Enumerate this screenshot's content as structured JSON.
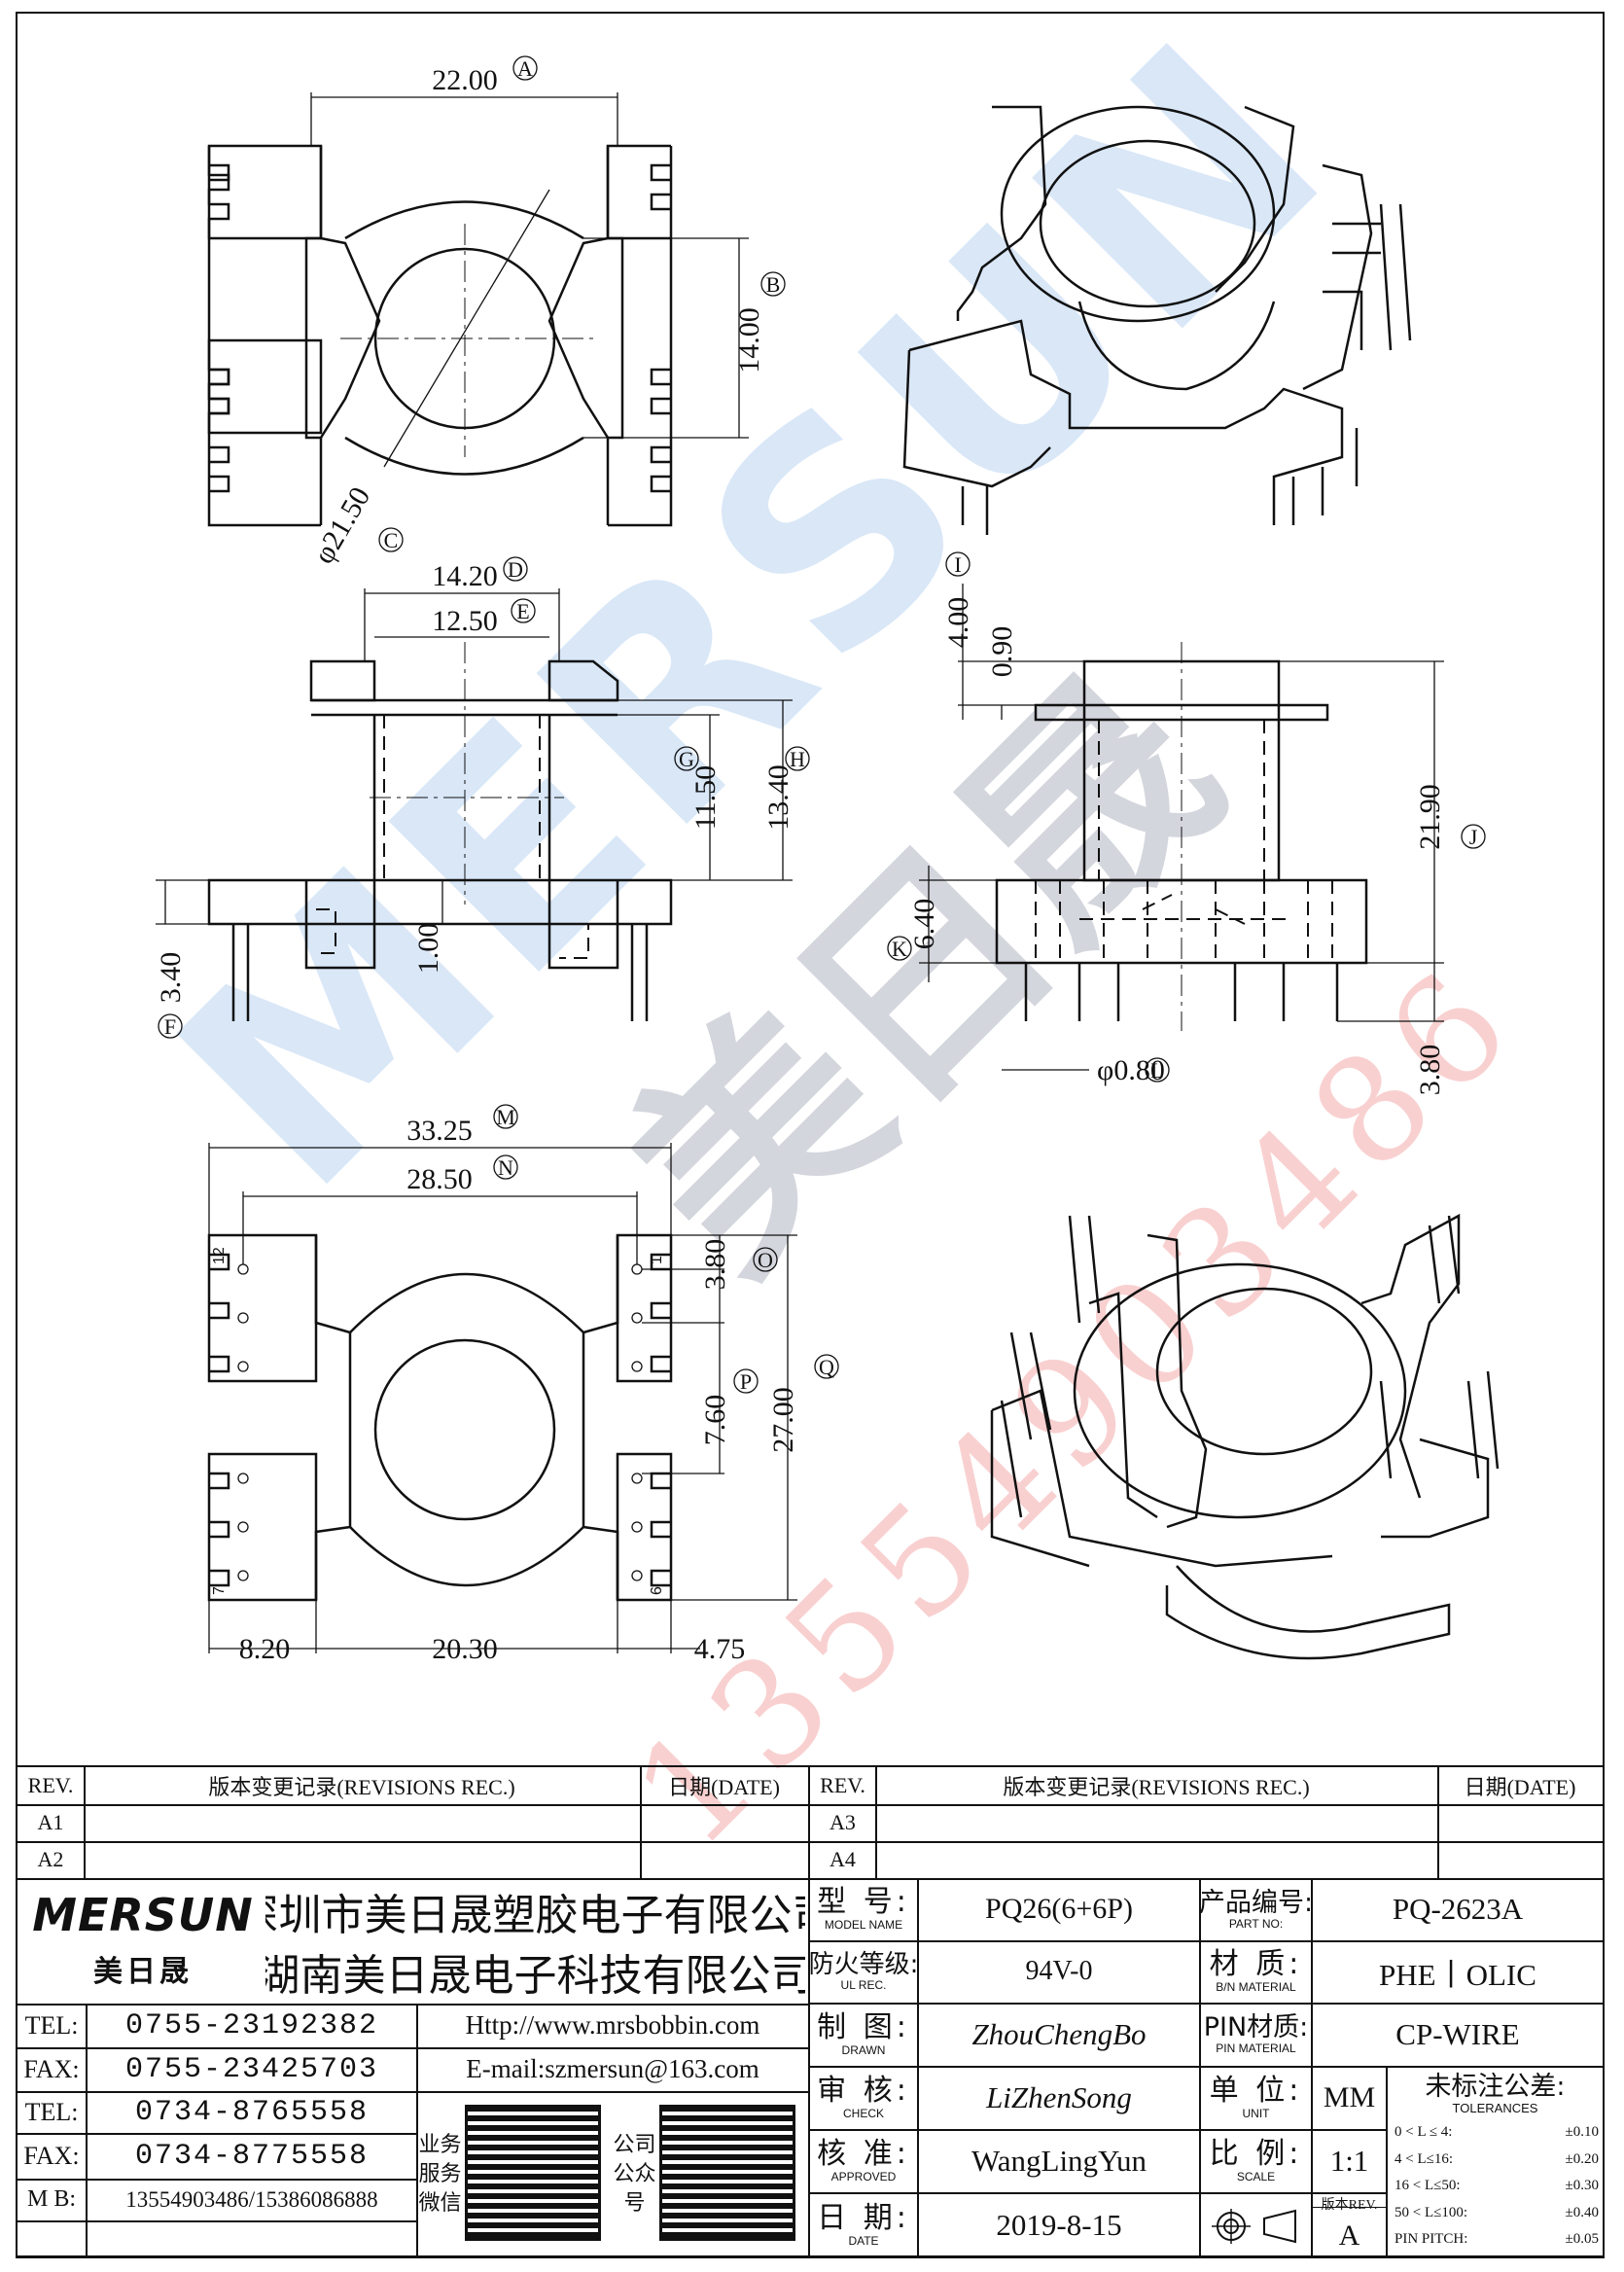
{
  "watermark": {
    "brand": "MERSUN",
    "cn": "美日晟",
    "phone": "13554903486"
  },
  "views": {
    "top": {
      "A": "22.00",
      "B": "14.00",
      "C": "φ21.50",
      "tagA": "A",
      "tagB": "B",
      "tagC": "C"
    },
    "front": {
      "D": "14.20",
      "E": "12.50",
      "G": "11.50",
      "H": "13.40",
      "F": "3.40",
      "inner": "1.00",
      "tagD": "D",
      "tagE": "E",
      "tagG": "G",
      "tagH": "H",
      "tagF": "F"
    },
    "side": {
      "I": "4.00",
      "i2": "0.90",
      "J": "21.90",
      "K": "6.40",
      "L": "φ0.80",
      "bottom": "3.80",
      "tagI": "I",
      "tagJ": "J",
      "tagK": "K",
      "tagL": "L"
    },
    "bottom": {
      "M": "33.25",
      "N": "28.50",
      "O": "3.80",
      "P": "7.60",
      "Q": "27.00",
      "w1": "8.20",
      "w2": "20.30",
      "w3": "4.75",
      "tagM": "M",
      "tagN": "N",
      "tagO": "O",
      "tagP": "P",
      "tagQ": "Q",
      "pin12": "12",
      "pin7": "7",
      "pin1": "1",
      "pin6": "6"
    }
  },
  "revisions": {
    "rev_header": "REV.",
    "rec_header": "版本变更记录(REVISIONS REC.)",
    "date_header": "日期(DATE)",
    "left_rows": [
      "A1",
      "A2"
    ],
    "right_rows": [
      "A3",
      "A4"
    ]
  },
  "company": {
    "logo": "MERSUN",
    "logo_cn": "美日晟",
    "name1": "深圳市美日晟塑胶电子有限公司",
    "name2": "湖南美日晟电子科技有限公司",
    "tel1_label": "TEL:",
    "tel1": "0755-23192382",
    "fax1_label": "FAX:",
    "fax1": "0755-23425703",
    "tel2_label": "TEL:",
    "tel2": "0734-8765558",
    "fax2_label": "FAX:",
    "fax2": "0734-8775558",
    "mb_label": "M B:",
    "mb": "13554903486/15386086888",
    "http": "Http://www.mrsbobbin.com",
    "email": "E-mail:szmersun@163.com",
    "qr1_label": "业务服务微信",
    "qr2_label": "公司公众号"
  },
  "spec": {
    "model_label": "型 号:",
    "model_en": "MODEL NAME",
    "model": "PQ26(6+6P)",
    "ul_label": "防火等级:",
    "ul_en": "UL REC.",
    "ul": "94V-0",
    "drawn_label": "制 图:",
    "drawn_en": "DRAWN",
    "drawn": "ZhouChengBo",
    "check_label": "审 核:",
    "check_en": "CHECK",
    "check": "LiZhenSong",
    "appr_label": "核 准:",
    "appr_en": "APPROVED",
    "appr": "WangLingYun",
    "date_label": "日 期:",
    "date_en": "DATE",
    "date": "2019-8-15",
    "part_label": "产品编号:",
    "part_en": "PART NO:",
    "part": "PQ-2623A",
    "mat_label": "材 质:",
    "mat_en": "B/N MATERIAL",
    "mat": "PHE丨OLIC",
    "pinmat_label": "PIN材质:",
    "pinmat_en": "PIN MATERIAL",
    "pinmat": "CP-WIRE",
    "unit_label": "单 位:",
    "unit_en": "UNIT",
    "unit": "MM",
    "scale_label": "比 例:",
    "scale_en": "SCALE",
    "scale": "1:1",
    "ver_label": "版本REV.",
    "ver": "A",
    "tol_label": "未标注公差:",
    "tol_en": "TOLERANCES",
    "tol": [
      {
        "r": "0 < L ≤  4:",
        "v": "±0.10"
      },
      {
        "r": "4 < L≤16:",
        "v": "±0.20"
      },
      {
        "r": "16 < L≤50:",
        "v": "±0.30"
      },
      {
        "r": "50 < L≤100:",
        "v": "±0.40"
      },
      {
        "r": "PIN PITCH:",
        "v": "±0.05"
      }
    ]
  }
}
